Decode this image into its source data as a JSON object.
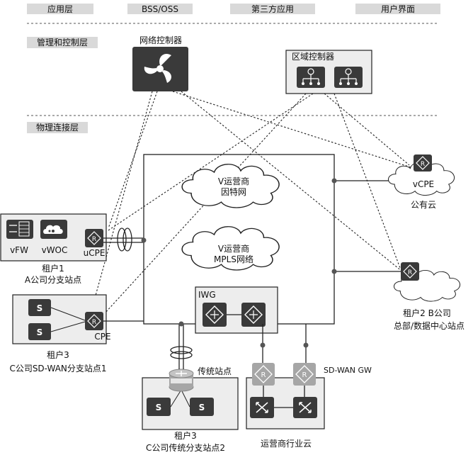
{
  "top_bar": {
    "labels": [
      "应用层",
      "BSS/OSS",
      "第三方应用",
      "用户界面"
    ]
  },
  "layers": {
    "management": "管理和控制层",
    "physical": "物理连接层"
  },
  "controllers": {
    "network": "网络控制器",
    "regional": "区域控制器"
  },
  "core": {
    "internet": [
      "V运营商",
      "因特网"
    ],
    "mpls": [
      "V运营商",
      "MPLS网络"
    ],
    "iwg": "IWG"
  },
  "sites": {
    "a": {
      "vfw": "vFW",
      "vwoc": "vWOC",
      "ucpe": "uCPE",
      "title": [
        "租户1",
        "A公司分支站点"
      ]
    },
    "c1": {
      "cpe": "CPE",
      "s1": "S",
      "s2": "S",
      "title": [
        "租户3",
        "C公司SD-WAN分支站点1"
      ]
    },
    "c2": {
      "traditional": "传统站点",
      "s1": "S",
      "s2": "S",
      "title": [
        "租户3",
        "C公司传统分支站点2"
      ]
    },
    "industry": {
      "gw": "SD-WAN GW",
      "title": "运营商行业云"
    },
    "public": {
      "vcpe": "vCPE",
      "title": "公有云"
    },
    "b": {
      "title": [
        "租户2 B公司",
        "总部/数据中心站点"
      ]
    }
  },
  "icons": {
    "router": "R",
    "network_controller": "fan-icon",
    "regional_controller": "tree-router-icon"
  },
  "colors": {
    "header_fill": "#d9d9d9",
    "icon_dark": "#3a3a3a",
    "icon_gray": "#a6a6a6",
    "box_fill": "#ededed"
  }
}
